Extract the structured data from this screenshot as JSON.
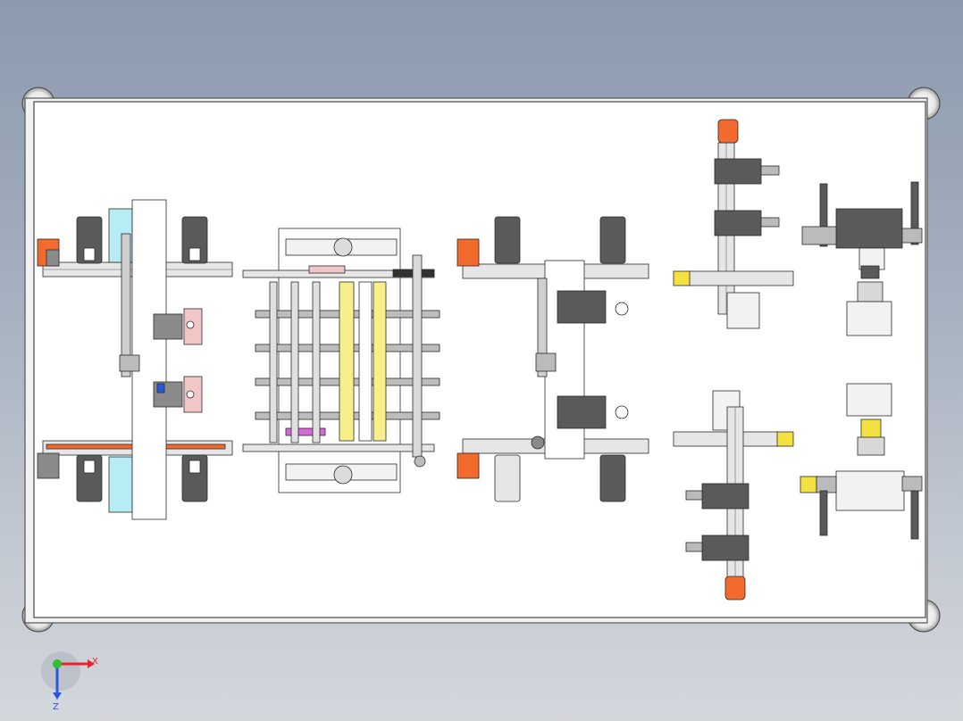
{
  "view": {
    "background_top": "#8c9aae",
    "background_bottom": "#d4d7dc"
  },
  "colors": {
    "plate": "#ffffff",
    "outline": "#2a2a2a",
    "motor_dark": "#5a5a5a",
    "motor_mid": "#8a8a8a",
    "rail_light": "#e6e6e6",
    "accent_orange": "#f26a2e",
    "accent_yellow": "#f5e042",
    "accent_cyan": "#b8ecf5",
    "accent_pink": "#f3c6c6",
    "accent_magenta": "#d46ad9",
    "roller_yellow": "#f7f08a",
    "axis_x": "#e8232a",
    "axis_y": "#2fbf2f",
    "axis_z": "#2a55e0"
  },
  "triad": {
    "x_label": "X",
    "z_label": "Z"
  },
  "modules": [
    {
      "name": "gripper-conveyor-module-left"
    },
    {
      "name": "roller-feeder-module"
    },
    {
      "name": "gripper-conveyor-module-middle"
    },
    {
      "name": "xy-linear-stage-top"
    },
    {
      "name": "xy-linear-stage-bottom"
    },
    {
      "name": "rotary-gripper-top"
    },
    {
      "name": "rotary-gripper-bottom"
    }
  ]
}
